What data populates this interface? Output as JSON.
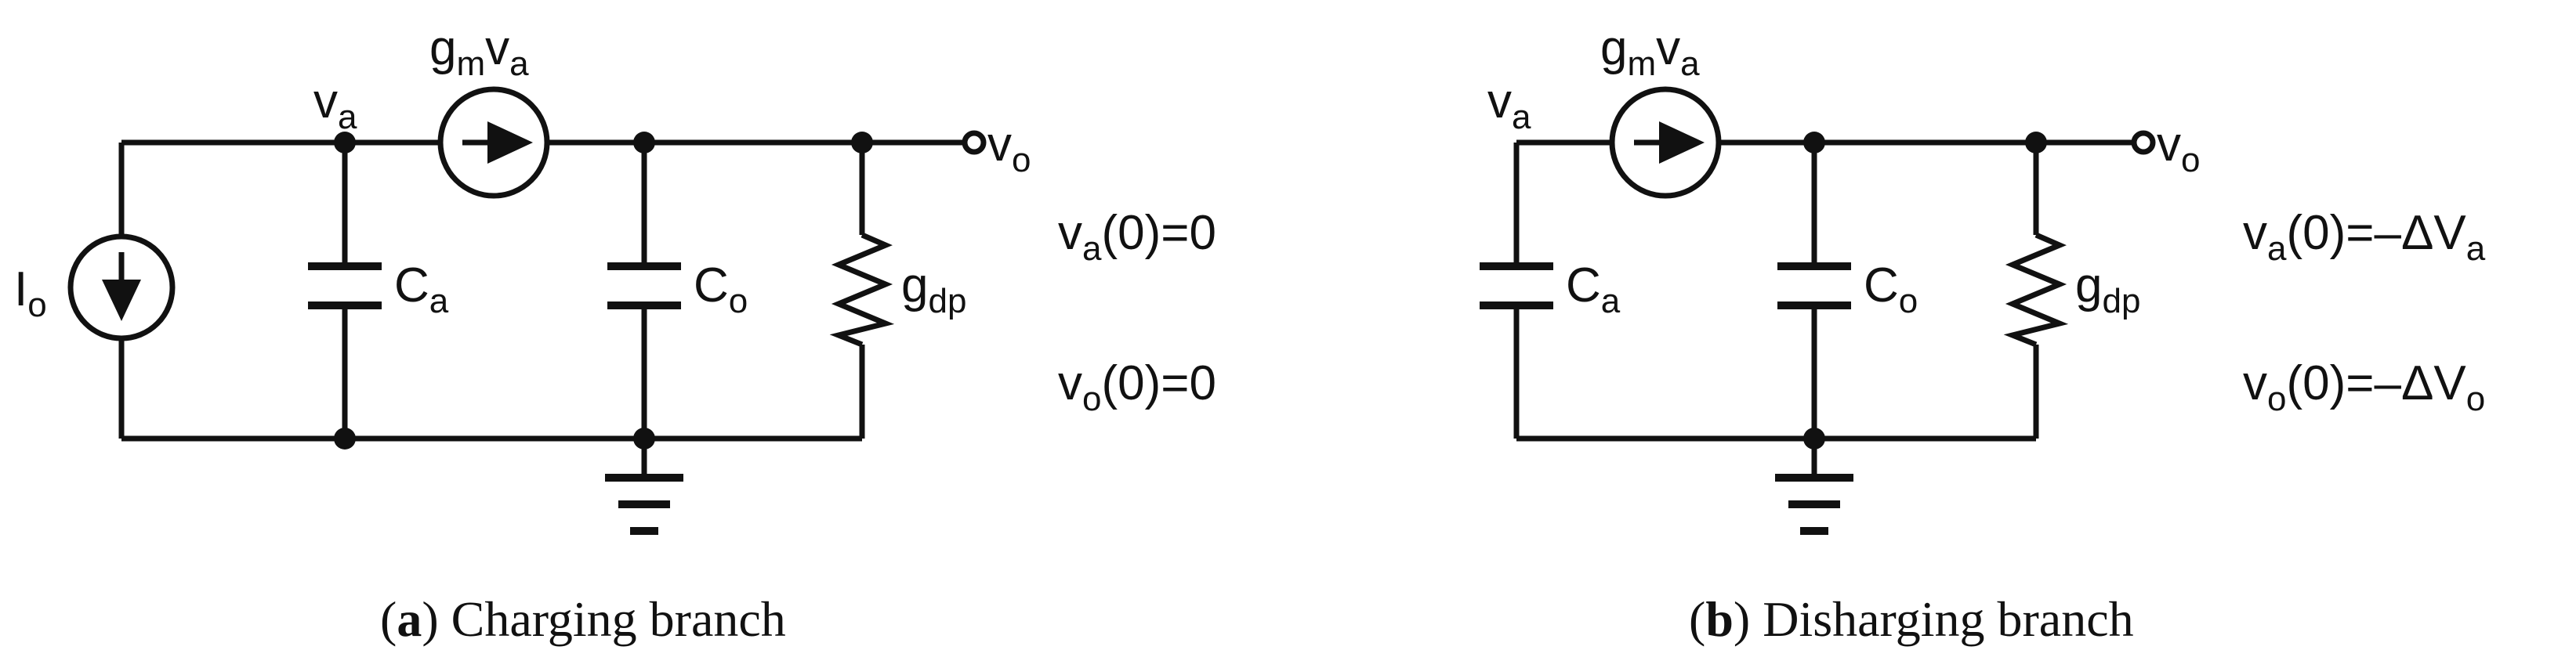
{
  "panel_a": {
    "caption_letter": "a",
    "caption_text": " Charging branch",
    "node_va": {
      "base": "v",
      "sub": "a"
    },
    "node_vo": {
      "base": "v",
      "sub": "o"
    },
    "source_io": {
      "base": "I",
      "sub": "o"
    },
    "vccs": {
      "base1": "g",
      "sub1": "m",
      "base2": "v",
      "sub2": "a"
    },
    "cap_a": {
      "base": "C",
      "sub": "a"
    },
    "cap_o": {
      "base": "C",
      "sub": "o"
    },
    "res": {
      "base": "g",
      "sub": "dp"
    },
    "ic_va": {
      "base": "v",
      "sub": "a",
      "rest": "(0)=0"
    },
    "ic_vo": {
      "base": "v",
      "sub": "o",
      "rest": "(0)=0"
    }
  },
  "panel_b": {
    "caption_letter": "b",
    "caption_text": " Disharging branch",
    "node_va": {
      "base": "v",
      "sub": "a"
    },
    "node_vo": {
      "base": "v",
      "sub": "o"
    },
    "vccs": {
      "base1": "g",
      "sub1": "m",
      "base2": "v",
      "sub2": "a"
    },
    "cap_a": {
      "base": "C",
      "sub": "a"
    },
    "cap_o": {
      "base": "C",
      "sub": "o"
    },
    "res": {
      "base": "g",
      "sub": "dp"
    },
    "ic_va": {
      "base": "v",
      "sub": "a",
      "rest": "(0)=–ΔV",
      "rest_sub": "a"
    },
    "ic_vo": {
      "base": "v",
      "sub": "o",
      "rest": "(0)=–ΔV",
      "rest_sub": "o"
    }
  }
}
